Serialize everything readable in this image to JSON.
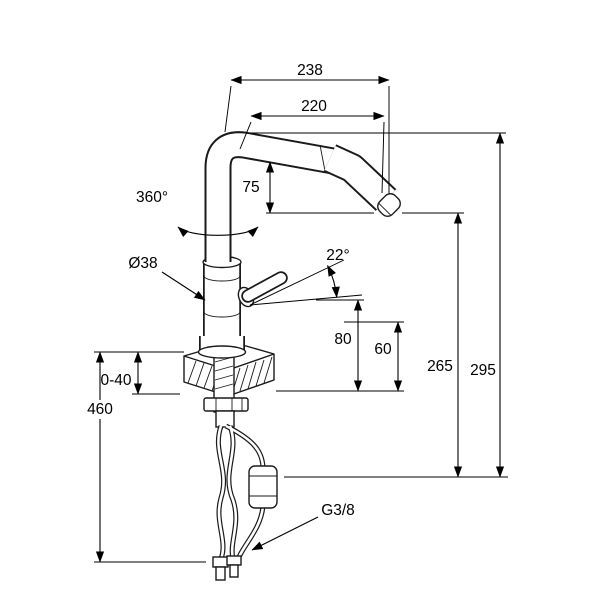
{
  "drawing": {
    "background_color": "#ffffff",
    "line_color": "#1a1a1a",
    "labels": {
      "spout_reach_overall": "238",
      "spout_reach_inner": "220",
      "spout_drop": "75",
      "swivel_angle": "360°",
      "body_diameter": "Ø38",
      "lever_angle": "22°",
      "dim_80": "80",
      "dim_60": "60",
      "outlet_height": "265",
      "overall_height": "295",
      "mounting_depth_range": "0-40",
      "hose_length": "460",
      "thread_size": "G3/8"
    }
  }
}
